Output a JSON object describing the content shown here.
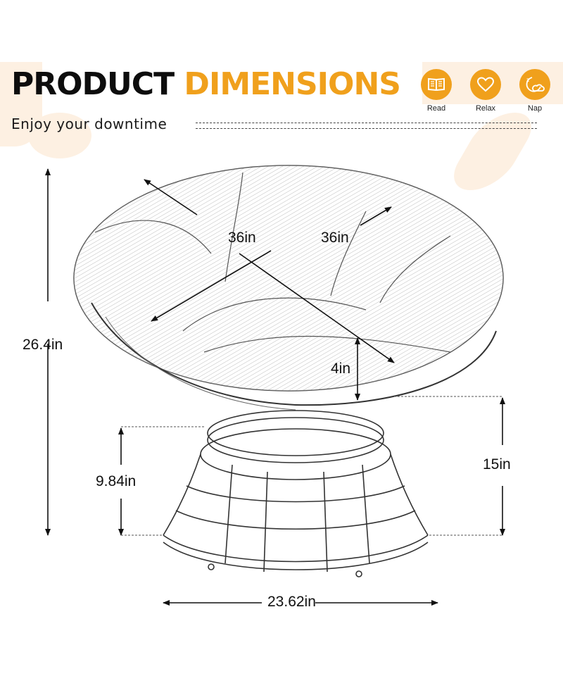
{
  "header": {
    "title_part1": "PRODUCT",
    "title_part2": "DIMENSIONS",
    "subtitle": "Enjoy your downtime",
    "accent_color": "#f0a01c"
  },
  "features": [
    {
      "label": "Read",
      "icon": "open-book-icon"
    },
    {
      "label": "Relax",
      "icon": "heart-icon"
    },
    {
      "label": "Nap",
      "icon": "moon-cloud-icon"
    }
  ],
  "dimensions": {
    "total_height": "26.4in",
    "cushion_length": "36in",
    "cushion_width": "36in",
    "cushion_thickness": "4in",
    "base_height": "9.84in",
    "seat_height": "15in",
    "base_diameter": "23.62in"
  }
}
